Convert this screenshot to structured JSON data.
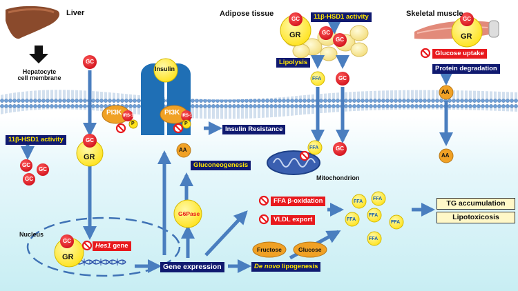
{
  "colors": {
    "navy_box": "#101a70",
    "red_box": "#e8191d",
    "gc_circle": "#e8191d",
    "gr_circle": "#ffec1a",
    "membrane_blue": "#5b8fc9",
    "arrow_blue": "#4a7ebf",
    "insulin_receptor": "#1f6fb5",
    "pi3k_orange": "#f0a125",
    "background_bottom": "#c8eef3"
  },
  "labels": {
    "liver": "Liver",
    "hepatocyte_membrane": "Hepatocyte\ncell membrane",
    "adipose": "Adipose tissue",
    "skeletal_muscle": "Skeletal muscle",
    "nucleus": "Nucleus",
    "mitochondrion": "Mitochondrion",
    "insulin": "Insulin",
    "pi3k": "PI3K",
    "irs1": "IRS-1",
    "p": "P",
    "gc": "GC",
    "gr": "GR",
    "ffa": "FFA",
    "aa": "AA",
    "g6pase": "G6Pase",
    "fructose": "Fructose",
    "glucose": "Glucose"
  },
  "boxes": {
    "hsd1_adipose": "11β-HSD1 activity",
    "hsd1_liver": "11β-HSD1 activity",
    "lipolysis": "Lipolysis",
    "glucose_uptake": "Glucose uptake",
    "protein_degradation": "Protein degradation",
    "insulin_resistance": "Insulin Resistance",
    "gluconeogenesis": "Gluconeogenesis",
    "ffa_oxidation": "FFA β-oxidation",
    "vldl_export": "VLDL export",
    "hes1_gene_italic": "Hes1",
    "hes1_gene_rest": " gene",
    "gene_expression": "Gene expression",
    "de_novo_italic": "De novo",
    "de_novo_rest": " lipogenesis",
    "tg_accumulation": "TG accumulation",
    "lipotoxicosis": "Lipotoxicosis"
  },
  "icons": [
    "liver-icon",
    "muscle-icon",
    "adipose-cells-icon",
    "insulin-receptor-icon",
    "prohibition-icon",
    "mitochondrion-icon",
    "dna-icon"
  ]
}
